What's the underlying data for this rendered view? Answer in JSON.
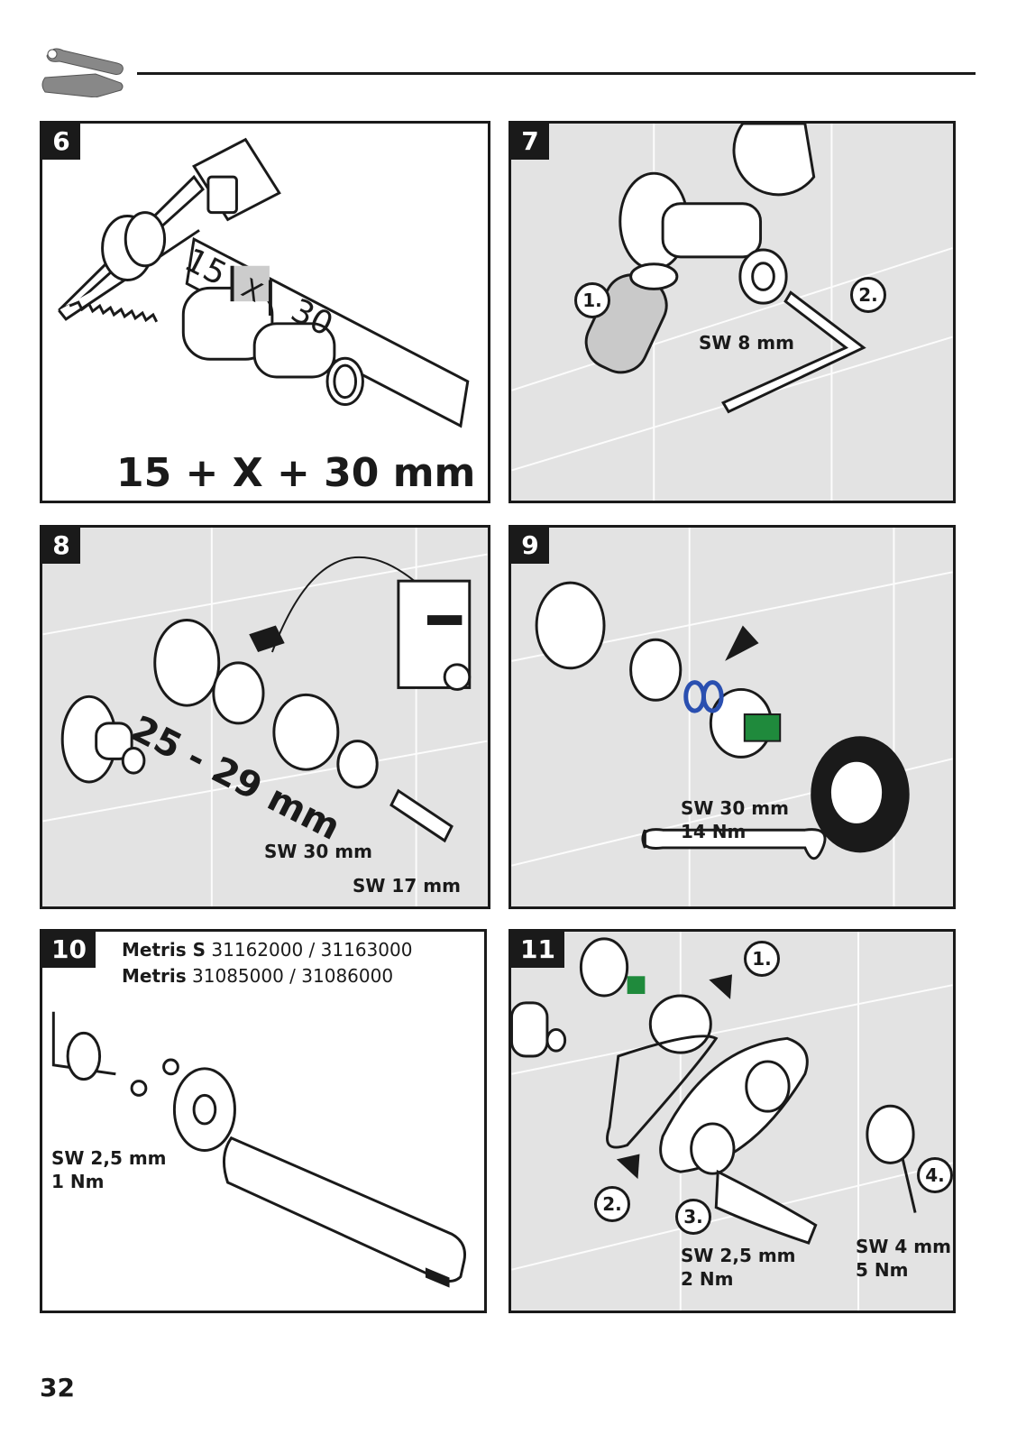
{
  "header": {
    "icon": "wrench-screwdriver-icon"
  },
  "panels": {
    "p6": {
      "number": "6",
      "ruler_15": "15",
      "ruler_x": "X",
      "ruler_30": "30",
      "formula": "15 + X + 30 mm"
    },
    "p7": {
      "number": "7",
      "step1": "1.",
      "step2": "2.",
      "wrench": "SW 8 mm"
    },
    "p8": {
      "number": "8",
      "measure": "25 - 29 mm",
      "sw30": "SW 30 mm",
      "sw17": "SW 17 mm"
    },
    "p9": {
      "number": "9",
      "sw": "SW 30 mm",
      "torque": "14 Nm"
    },
    "p10": {
      "number": "10",
      "model1_name": "Metris S",
      "model1_codes": "31162000 / 31163000",
      "model2_name": "Metris",
      "model2_codes": "31085000 / 31086000",
      "sw": "SW 2,5 mm",
      "torque": "1 Nm"
    },
    "p11": {
      "number": "11",
      "step1": "1.",
      "step2": "2.",
      "step3": "3.",
      "step4": "4.",
      "sw_a": "SW 2,5 mm",
      "torque_a": "2 Nm",
      "sw_b": "SW 4 mm",
      "torque_b": "5 Nm"
    }
  },
  "page_number": "32",
  "colors": {
    "ink": "#1a1a1a",
    "panel_grey": "#e3e3e3",
    "green_part": "#1f8a3c",
    "blue_oring": "#2a4fb0"
  }
}
